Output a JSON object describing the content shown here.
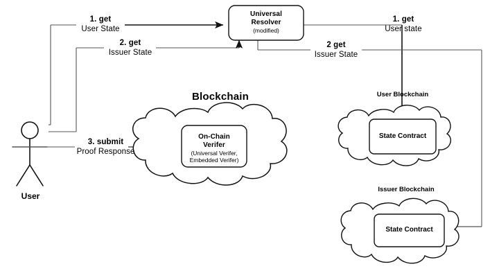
{
  "diagram": {
    "title_section": {
      "blockchain_label": "Blockchain"
    },
    "actor": {
      "name": "User",
      "icon": "stick-figure-icon"
    },
    "nodes": {
      "universal_resolver": {
        "line1": "Universal",
        "line2": "Resolver",
        "line3": "(modified)"
      },
      "on_chain_verifier": {
        "line1": "On-Chain",
        "line2": "Verifer",
        "sub1": "(Universal Verifer,",
        "sub2": "Embedded Verifer)"
      },
      "user_state_contract": {
        "label": "State Contract"
      },
      "issuer_state_contract": {
        "label": "State Contract"
      }
    },
    "clouds": {
      "user_blockchain": "User Blockchain",
      "issuer_blockchain": "Issuer Blockchain"
    },
    "flows": {
      "get_user_state_left": {
        "line1": "1. get",
        "line2": "User State"
      },
      "get_issuer_state_left": {
        "line1": "2. get",
        "line2": "Issuer State"
      },
      "get_user_state_right": {
        "line1": "1. get",
        "line2": "User state"
      },
      "get_issuer_state_right": {
        "line1": "2 get",
        "line2": "Issuer State"
      },
      "submit_proof": {
        "line1": "3. submit",
        "line2": "Proof Response"
      }
    },
    "colors": {
      "stroke": "#000000",
      "line": "#555555",
      "background": "#ffffff",
      "text": "#000000"
    }
  }
}
